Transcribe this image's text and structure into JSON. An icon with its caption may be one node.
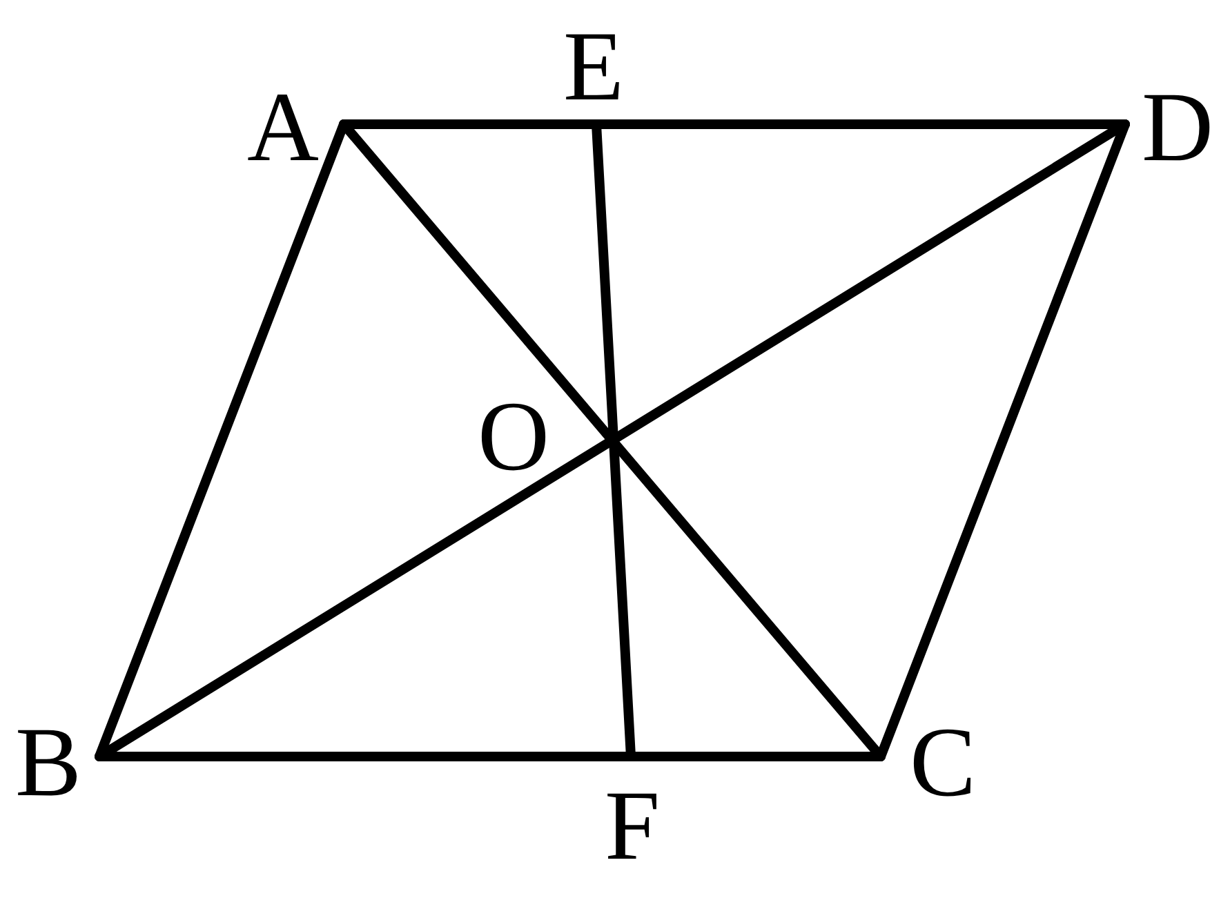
{
  "diagram": {
    "labels": [
      "A",
      "E",
      "D",
      "O",
      "B",
      "F",
      "C"
    ]
  }
}
